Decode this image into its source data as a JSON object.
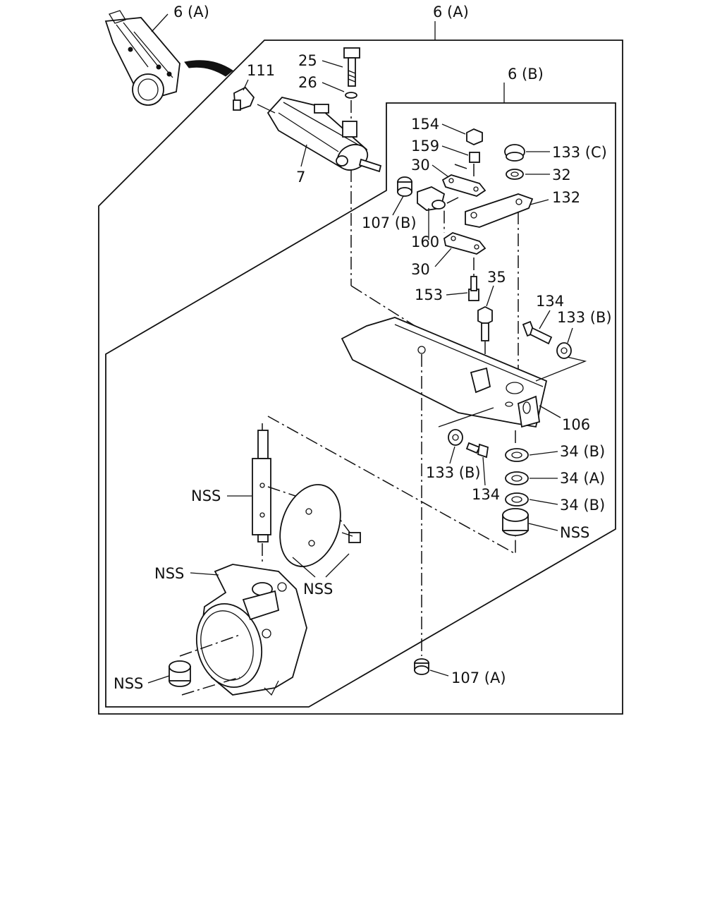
{
  "labels": {
    "assy_thumb": "6 (A)",
    "assy_top": "6 (A)",
    "sub_assy": "6 (B)",
    "p111": "111",
    "p25": "25",
    "p26": "26",
    "p7": "7",
    "p107b": "107 (B)",
    "p154": "154",
    "p159": "159",
    "p30a": "30",
    "p160": "160",
    "p30b": "30",
    "p153": "153",
    "p35": "35",
    "p133c": "133 (C)",
    "p32": "32",
    "p132": "132",
    "p134a": "134",
    "p133b_a": "133 (B)",
    "p106": "106",
    "p133b_b": "133 (B)",
    "p134b": "134",
    "p34b_a": "34 (B)",
    "p34a": "34 (A)",
    "p34b_b": "34 (B)",
    "nss_bush_right": "NSS",
    "nss_shaft": "NSS",
    "nss_valve_body": "NSS",
    "nss_butterfly": "NSS",
    "nss_bush_left": "NSS",
    "p107a": "107 (A)"
  }
}
